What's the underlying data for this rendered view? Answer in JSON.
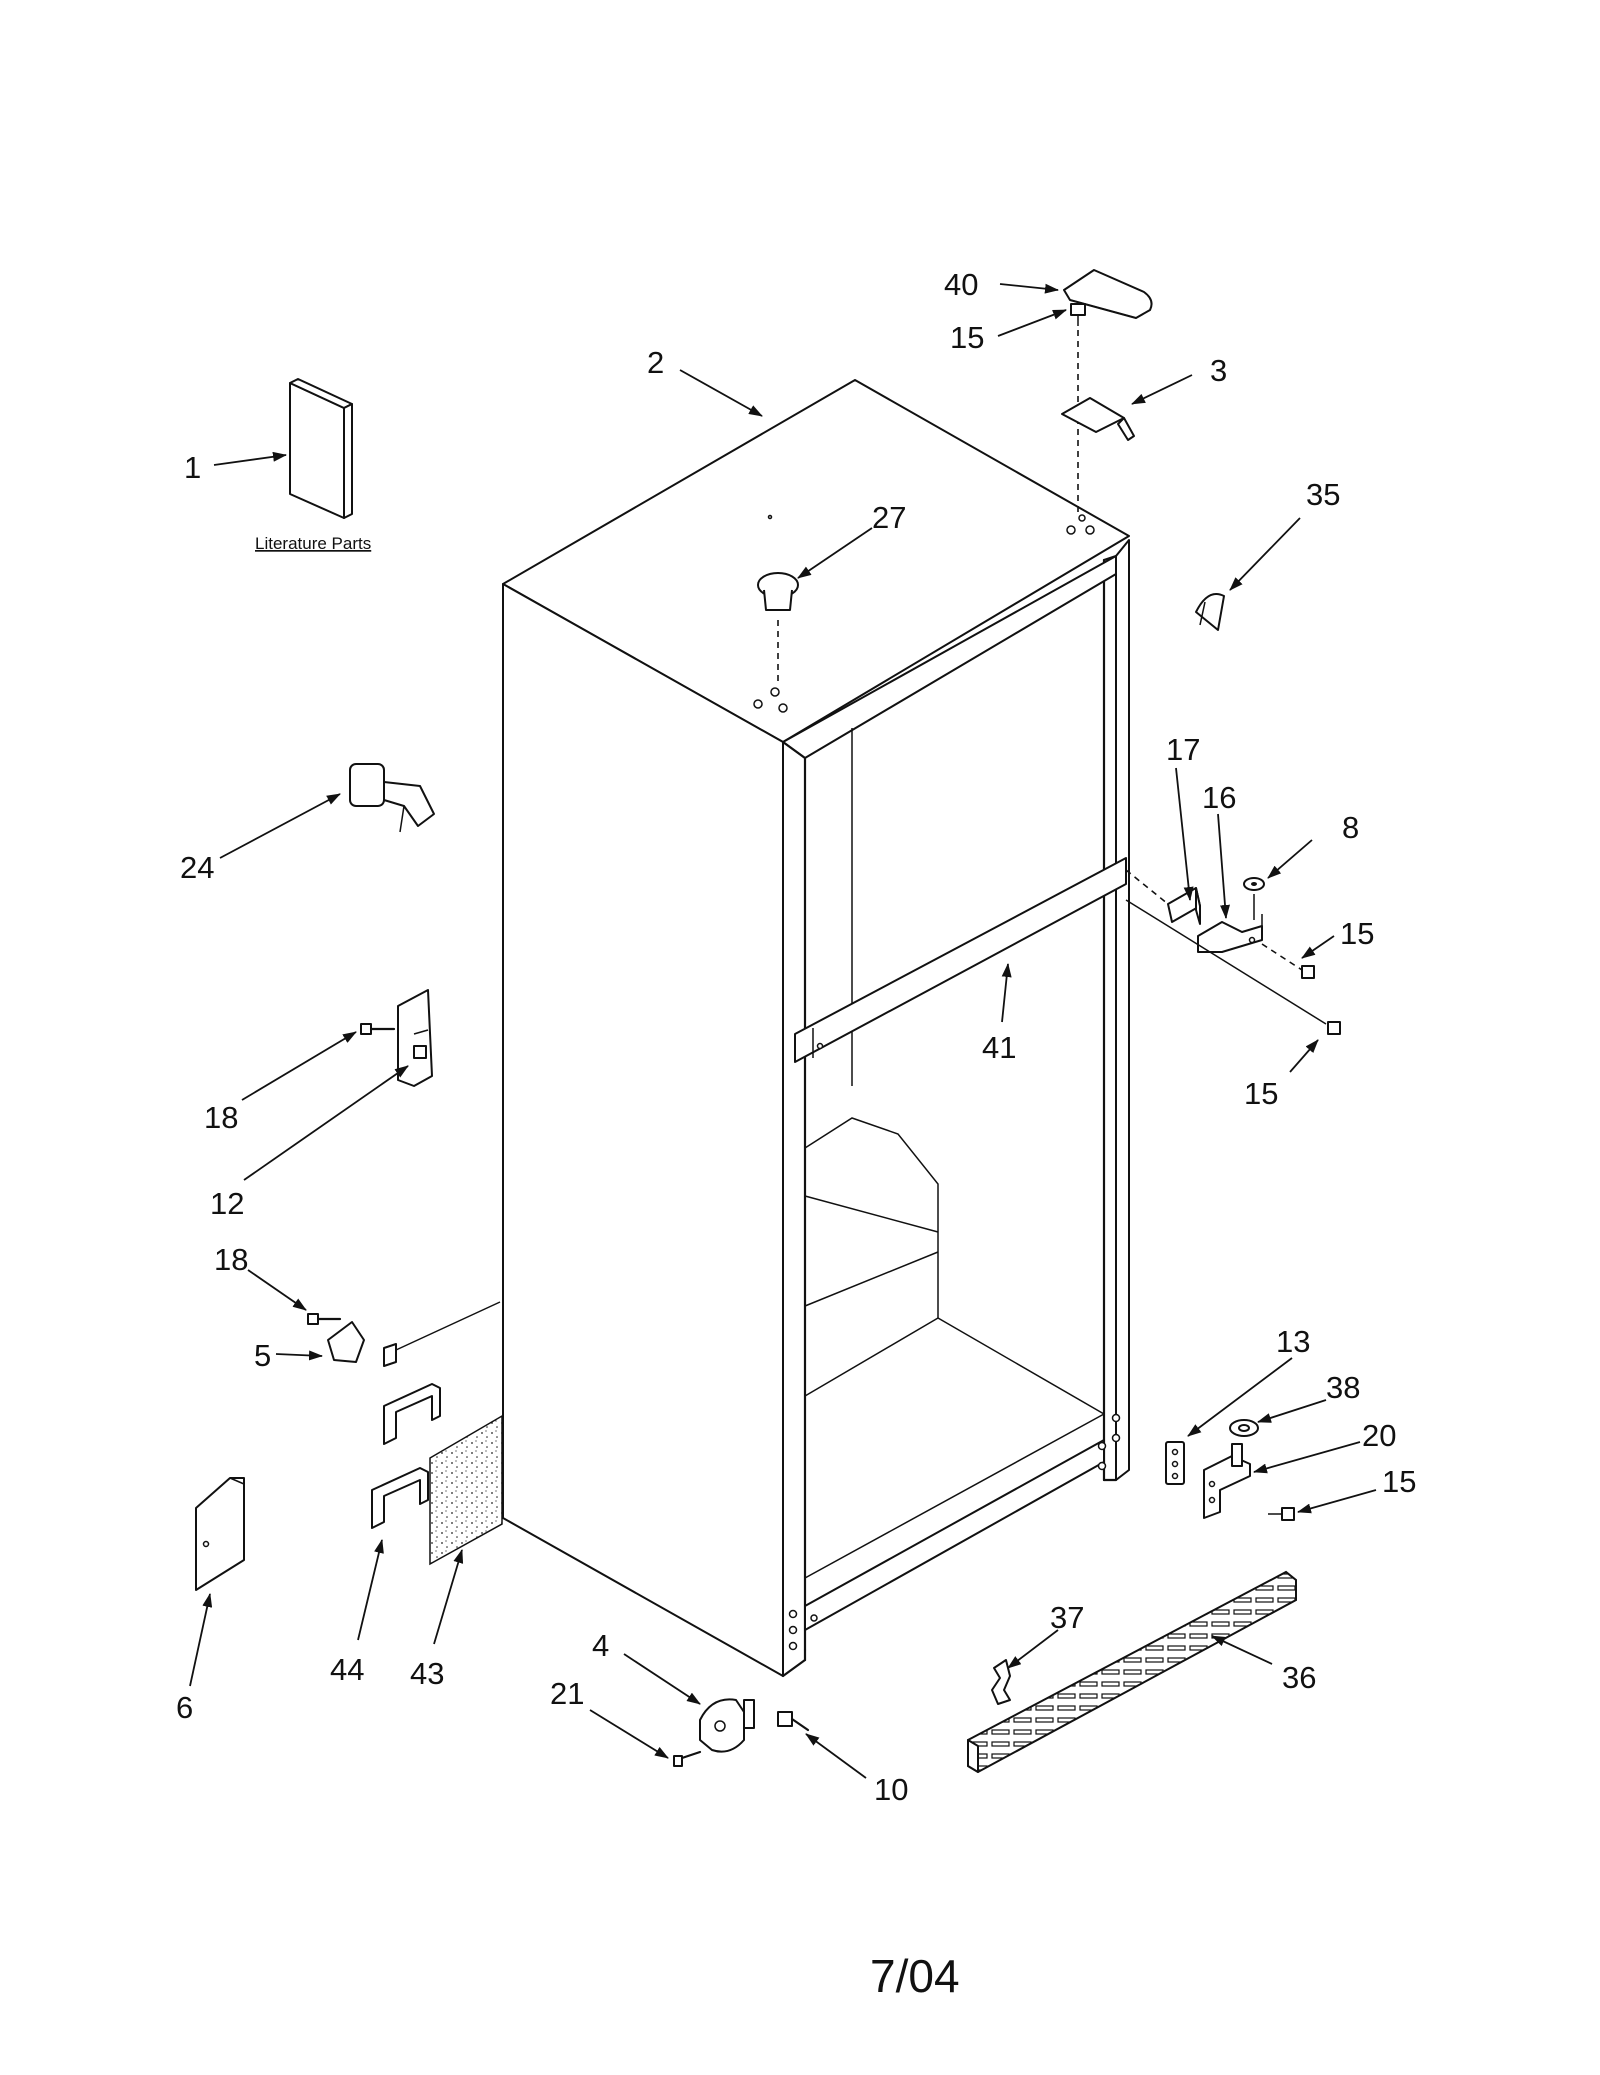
{
  "literature": {
    "caption": "Literature Parts"
  },
  "callouts": {
    "c1": "1",
    "c2": "2",
    "c3": "3",
    "c4": "4",
    "c5": "5",
    "c6": "6",
    "c8": "8",
    "c10": "10",
    "c12": "12",
    "c13": "13",
    "c15a": "15",
    "c15b": "15",
    "c15c": "15",
    "c15d": "15",
    "c16": "16",
    "c17": "17",
    "c18a": "18",
    "c18b": "18",
    "c20": "20",
    "c21": "21",
    "c24": "24",
    "c27": "27",
    "c35": "35",
    "c36": "36",
    "c37": "37",
    "c38": "38",
    "c40": "40",
    "c41": "41",
    "c43": "43",
    "c44": "44"
  },
  "footer": {
    "date": "7/04"
  }
}
